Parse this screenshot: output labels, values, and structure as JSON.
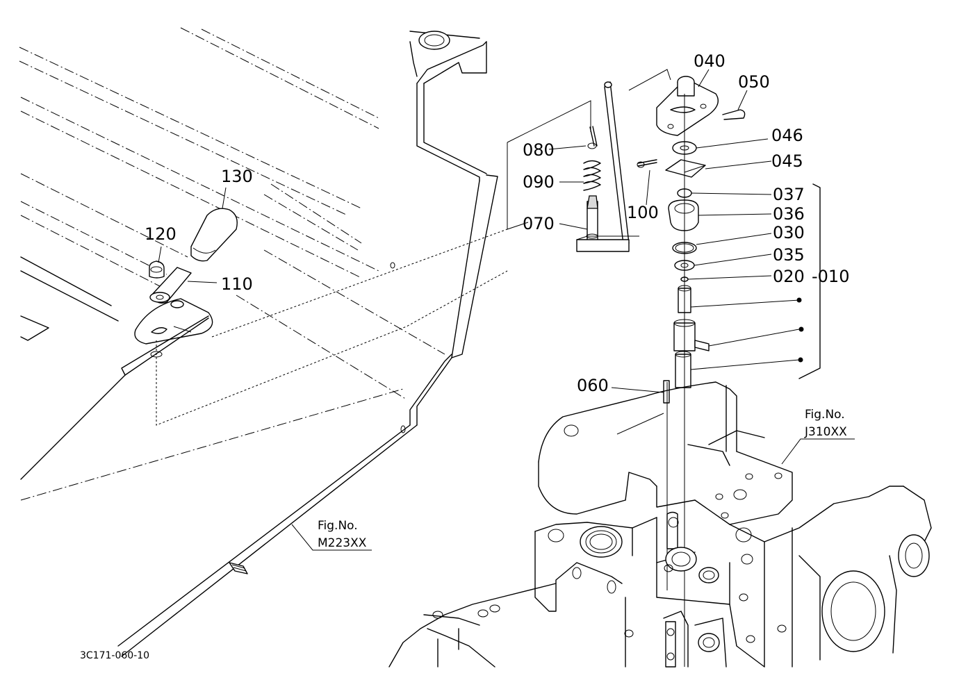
{
  "diagram_code": "3C171-060-10",
  "fig_refs": [
    {
      "title": "Fig.No.",
      "code": "M223XX"
    },
    {
      "title": "Fig.No.",
      "code": "J310XX"
    }
  ],
  "part_labels": {
    "p130": "130",
    "p120": "120",
    "p110": "110",
    "p080": "080",
    "p090": "090",
    "p070": "070",
    "p100": "100",
    "p040": "040",
    "p050": "050",
    "p046": "046",
    "p045": "045",
    "p037": "037",
    "p036": "036",
    "p030": "030",
    "p035": "035",
    "p020": "020",
    "p010": "-010",
    "p060": "060"
  }
}
